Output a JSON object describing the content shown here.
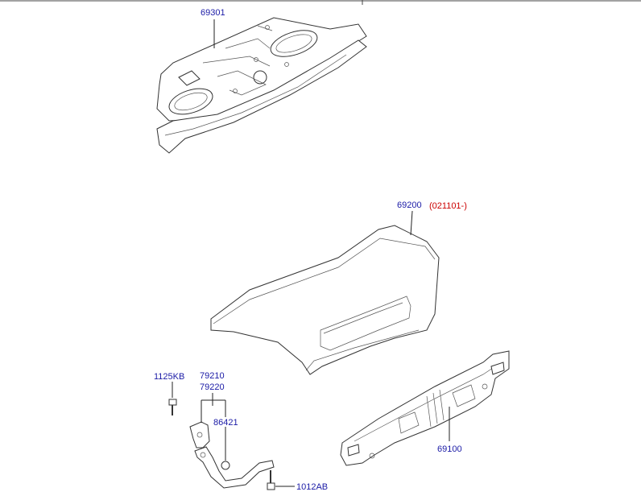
{
  "colors": {
    "part_number": "#1a1aa6",
    "revision": "#cc0000",
    "line": "#222222"
  },
  "labels": {
    "rear_shelf": "69301",
    "trunk_lid": "69200",
    "trunk_lid_revision": "(021101-)",
    "trim_panel": "69100",
    "bolt_top": "1125KB",
    "hinge_a": "79210",
    "hinge_b": "79220",
    "bumper": "86421",
    "bolt_bottom": "1012AB"
  }
}
